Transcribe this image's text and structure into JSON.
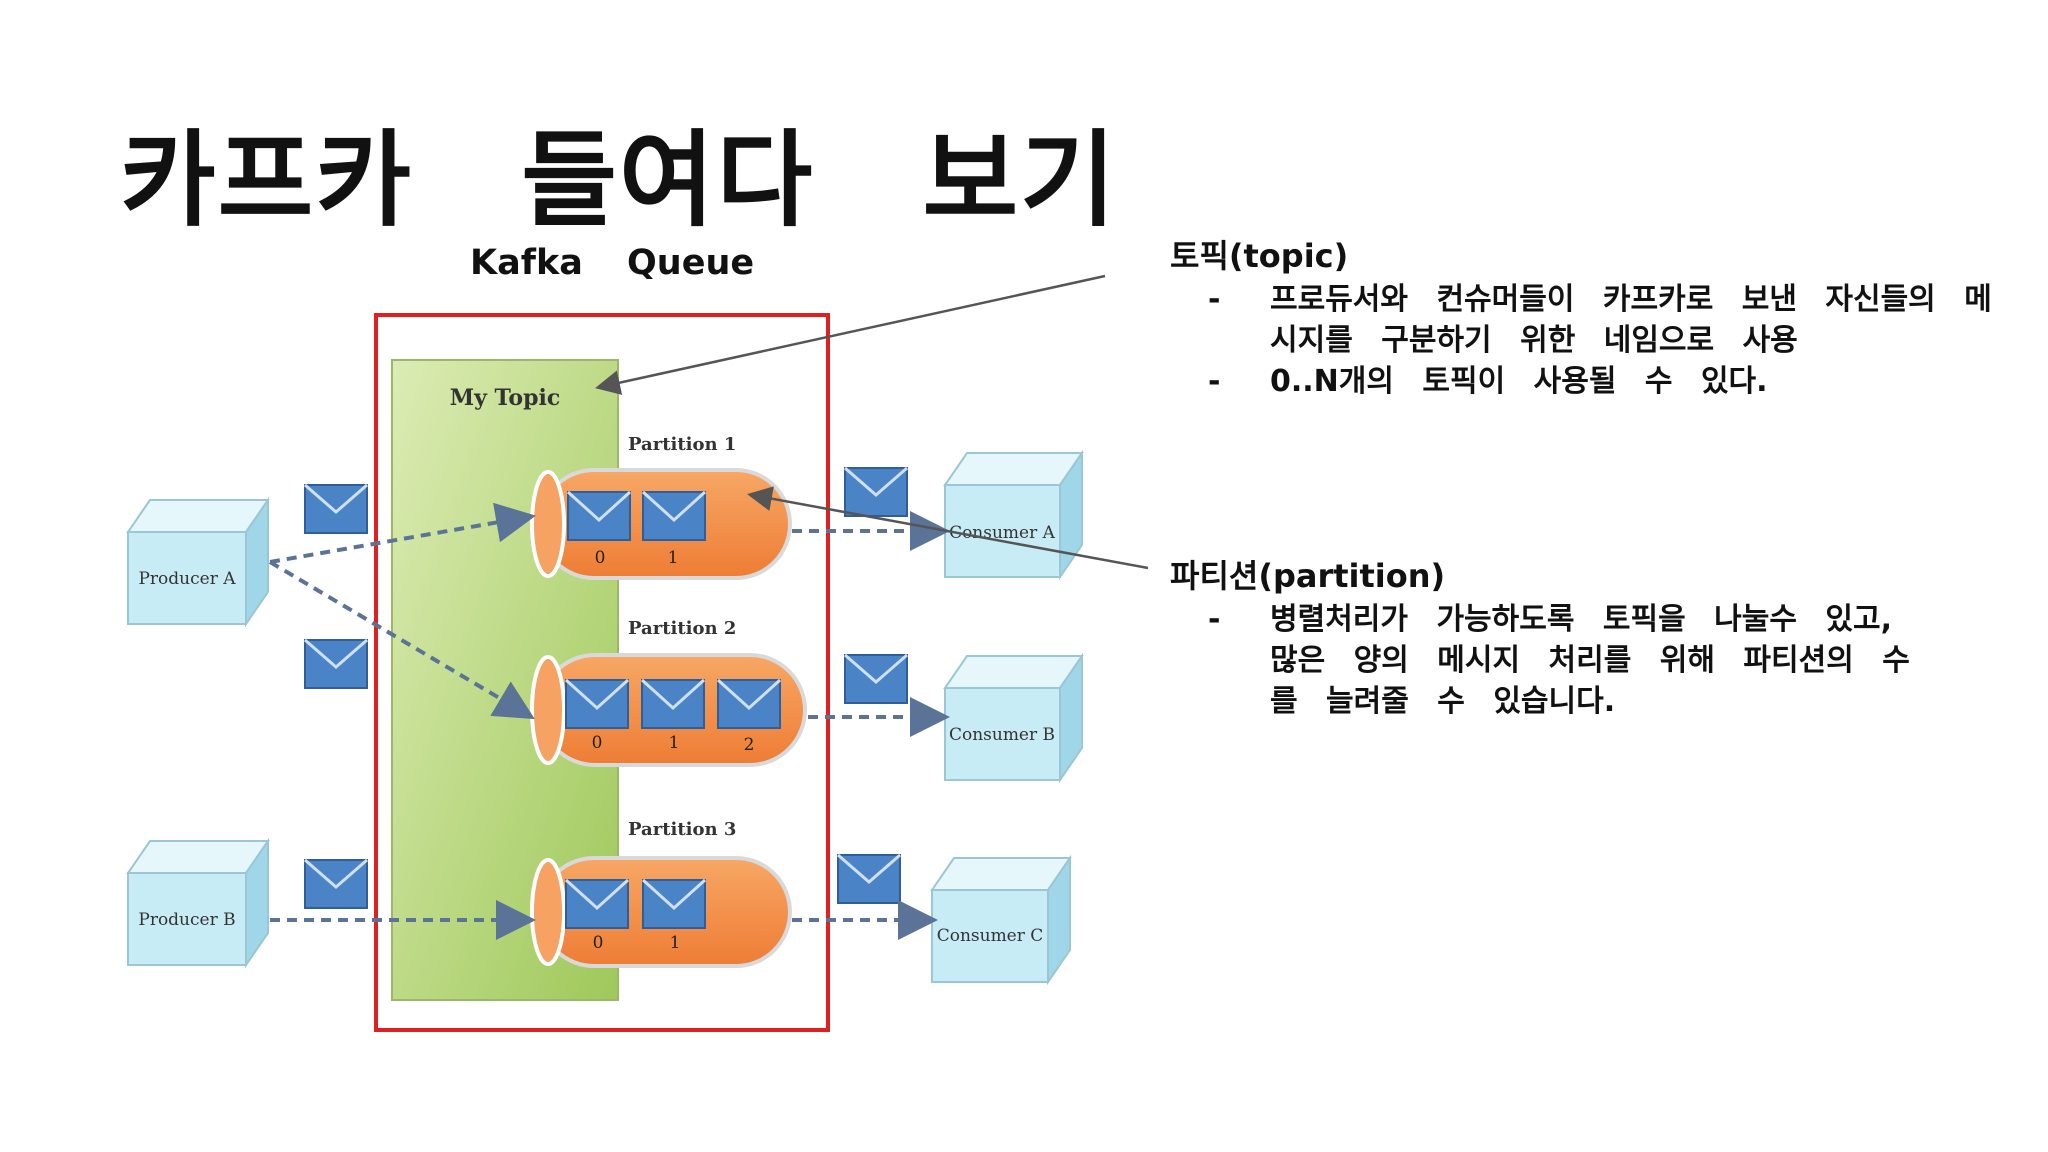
{
  "slide": {
    "title": "카프카 들여다 보기",
    "subtitle": "Kafka Queue"
  },
  "diagram": {
    "topic_label": "My Topic",
    "producers": [
      "Producer A",
      "Producer B"
    ],
    "consumers": [
      "Consumer A",
      "Consumer B",
      "Consumer C"
    ],
    "partitions": [
      {
        "label": "Partition 1",
        "offsets": [
          "0",
          "1"
        ]
      },
      {
        "label": "Partition 2",
        "offsets": [
          "0",
          "1",
          "2"
        ]
      },
      {
        "label": "Partition 3",
        "offsets": [
          "0",
          "1"
        ]
      }
    ],
    "colors": {
      "topic_fill": "#b7d77a",
      "partition_fill": "#f28c45",
      "message_fill": "#4a83c6",
      "box_fill": "#c8ecf6",
      "highlight": "#e02020"
    }
  },
  "notes": {
    "topic": {
      "heading": "토픽(topic)",
      "bullets": [
        "프로듀서와 컨슈머들이 카프카로 보낸 자신들의 메시지를 구분하기 위한 네임으로 사용",
        "0..N개의 토픽이 사용될 수 있다."
      ]
    },
    "partition": {
      "heading": "파티션(partition)",
      "bullets": [
        "병렬처리가 가능하도록 토픽을 나눌수 있고, 많은 양의 메시지 처리를 위해 파티션의 수를 늘려줄 수 있습니다."
      ]
    }
  }
}
